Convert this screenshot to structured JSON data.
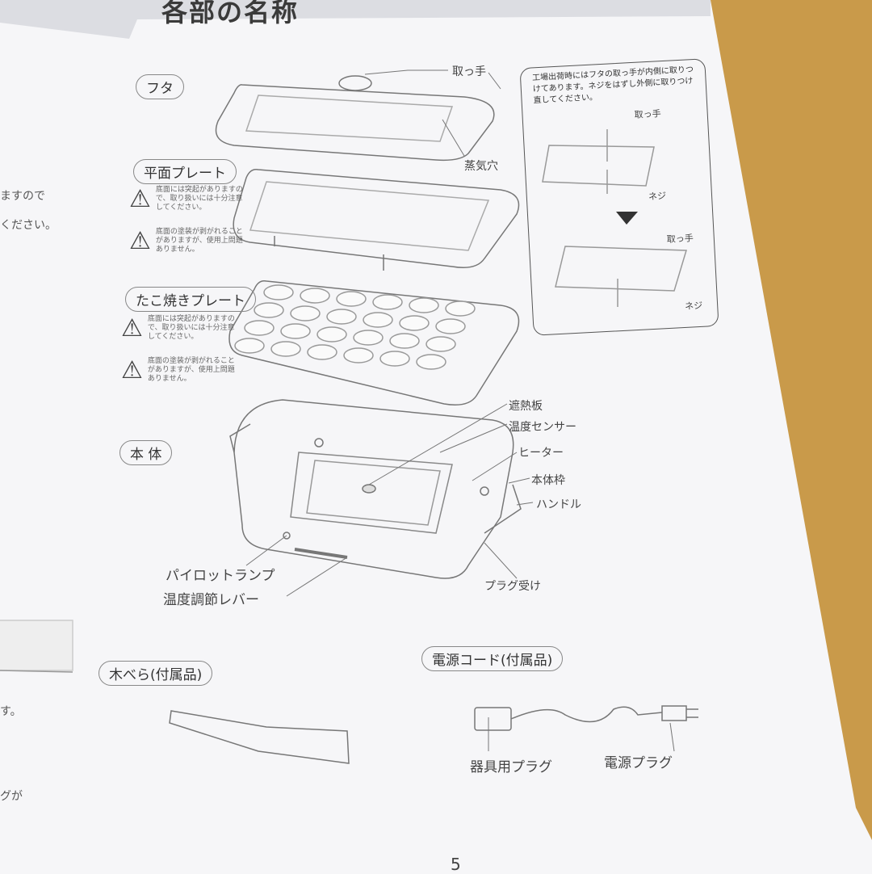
{
  "page": {
    "title": "各部の名称",
    "page_number": "5"
  },
  "sections": {
    "lid": {
      "tag": "フタ",
      "handle": "取っ手",
      "steam_hole": "蒸気穴"
    },
    "note_box": {
      "text": "工場出荷時にはフタの取っ手が内側に取りつけてあります。ネジをはずし外側に取りつけ直してください。",
      "handle1": "取っ手",
      "screw1": "ネジ",
      "handle2": "取っ手",
      "screw2": "ネジ"
    },
    "flat_plate": {
      "tag": "平面プレート",
      "warnings": [
        "底面には突起がありますので、取り扱いには十分注意してください。",
        "底面の塗装が剥がれることがありますが、使用上問題ありません。"
      ]
    },
    "takoyaki_plate": {
      "tag": "たこ焼きプレート",
      "warnings": [
        "底面には突起がありますので、取り扱いには十分注意してください。",
        "底面の塗装が剥がれることがありますが、使用上問題ありません。"
      ]
    },
    "body": {
      "tag": "本 体",
      "heat_shield": "遮熱板",
      "temp_sensor": "温度センサー",
      "heater": "ヒーター",
      "frame": "本体枠",
      "handle": "ハンドル",
      "pilot_lamp": "パイロットランプ",
      "temp_lever": "温度調節レバー",
      "plug_socket": "プラグ受け"
    },
    "spatula": {
      "tag": "木べら(付属品)"
    },
    "cord": {
      "tag": "電源コード(付属品)",
      "appliance_plug": "器具用プラグ",
      "power_plug": "電源プラグ"
    }
  },
  "left_margin": {
    "line1": "ますので",
    "line2": "ください。",
    "line3": "す。",
    "line4": "グが"
  },
  "colors": {
    "wood": "#c99a4a",
    "paper": "#f6f6f8"
  }
}
